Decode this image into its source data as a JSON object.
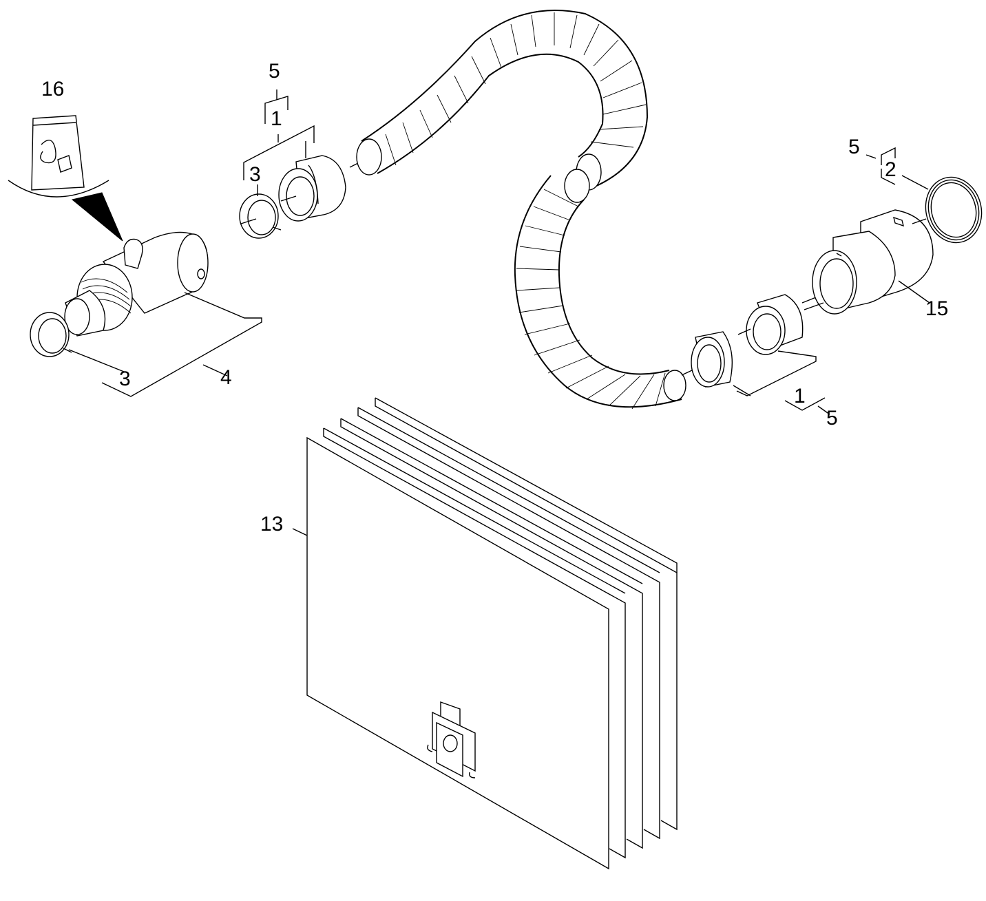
{
  "labels": {
    "l16": "16",
    "l5_top_left": "5",
    "l1_top_left": "1",
    "l3_top_left": "3",
    "l3_bottom_left": "3",
    "l4": "4",
    "l5_top_right": "5",
    "l2": "2",
    "l15": "15",
    "l1_right": "1",
    "l5_right": "5",
    "l13": "13"
  }
}
